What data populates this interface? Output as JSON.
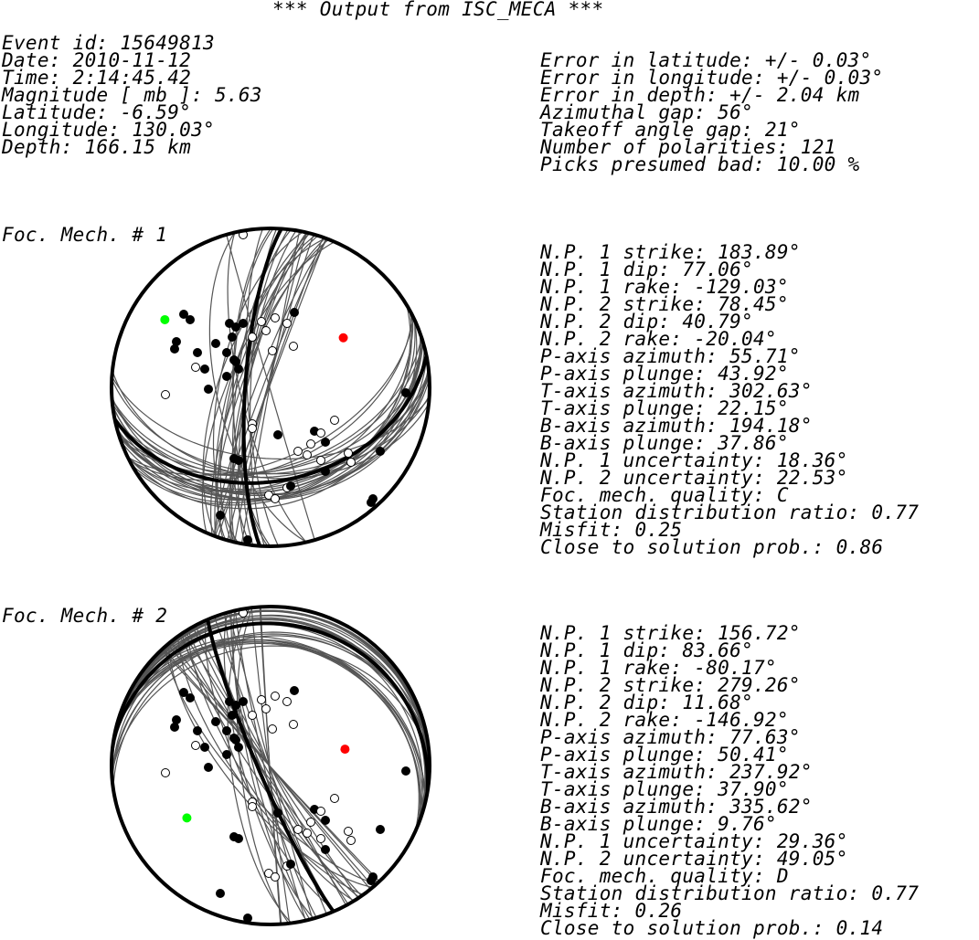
{
  "header": {
    "title": "*** Output from ISC_MECA ***"
  },
  "event_left": [
    "Event id: 15649813",
    "Date: 2010-11-12",
    "Time: 2:14:45.42",
    "Magnitude [ mb ]: 5.63",
    "Latitude: -6.59°",
    "Longitude: 130.03°",
    "Depth: 166.15 km"
  ],
  "event_right": [
    "Error in latitude: +/- 0.03°",
    "Error in longitude: +/- 0.03°",
    "Error in depth: +/- 2.04 km",
    "Azimuthal gap: 56°",
    "Takeoff angle gap: 21°",
    "Number of polarities: 121",
    "Picks presumed bad: 10.00 %"
  ],
  "mechanisms": [
    {
      "label": "Foc. Mech. # 1",
      "strike1": 183.89,
      "dip1": 77.06,
      "strike2": 78.45,
      "dip2": 40.79,
      "p_azimuth": 55.71,
      "p_plunge": 43.92,
      "t_azimuth": 302.63,
      "t_plunge": 22.15,
      "lines": [
        "N.P. 1 strike: 183.89°",
        "N.P. 1 dip: 77.06°",
        "N.P. 1 rake: -129.03°",
        "N.P. 2 strike: 78.45°",
        "N.P. 2 dip: 40.79°",
        "N.P. 2 rake: -20.04°",
        "P-axis azimuth: 55.71°",
        "P-axis plunge: 43.92°",
        "T-axis azimuth: 302.63°",
        "T-axis plunge: 22.15°",
        "B-axis azimuth: 194.18°",
        "B-axis plunge: 37.86°",
        "N.P. 1 uncertainty: 18.36°",
        "N.P. 2 uncertainty: 22.53°",
        "Foc. mech. quality: C",
        "Station distribution ratio: 0.77",
        "Misfit: 0.25",
        "Close to solution prob.: 0.86"
      ]
    },
    {
      "label": "Foc. Mech. # 2",
      "strike1": 156.72,
      "dip1": 83.66,
      "strike2": 279.26,
      "dip2": 11.68,
      "p_azimuth": 77.63,
      "p_plunge": 50.41,
      "t_azimuth": 237.92,
      "t_plunge": 37.9,
      "lines": [
        "N.P. 1 strike: 156.72°",
        "N.P. 1 dip: 83.66°",
        "N.P. 1 rake: -80.17°",
        "N.P. 2 strike: 279.26°",
        "N.P. 2 dip: 11.68°",
        "N.P. 2 rake: -146.92°",
        "P-axis azimuth: 77.63°",
        "P-axis plunge: 50.41°",
        "T-axis azimuth: 237.92°",
        "T-axis plunge: 37.90°",
        "B-axis azimuth: 335.62°",
        "B-axis plunge: 9.76°",
        "N.P. 1 uncertainty: 29.36°",
        "N.P. 2 uncertainty: 49.05°",
        "Foc. mech. quality: D",
        "Station distribution ratio: 0.77",
        "Misfit: 0.26",
        "Close to solution prob.: 0.14"
      ]
    }
  ],
  "colors": {
    "p_axis": "#ff0000",
    "t_axis": "#00ff00",
    "compression": "#000000",
    "dilatation": "#ffffff",
    "uncertainty_planes": "#555555",
    "nodal_planes": "#000000"
  },
  "icons": {
    "compression_marker": "filled-circle",
    "dilatation_marker": "open-circle"
  }
}
